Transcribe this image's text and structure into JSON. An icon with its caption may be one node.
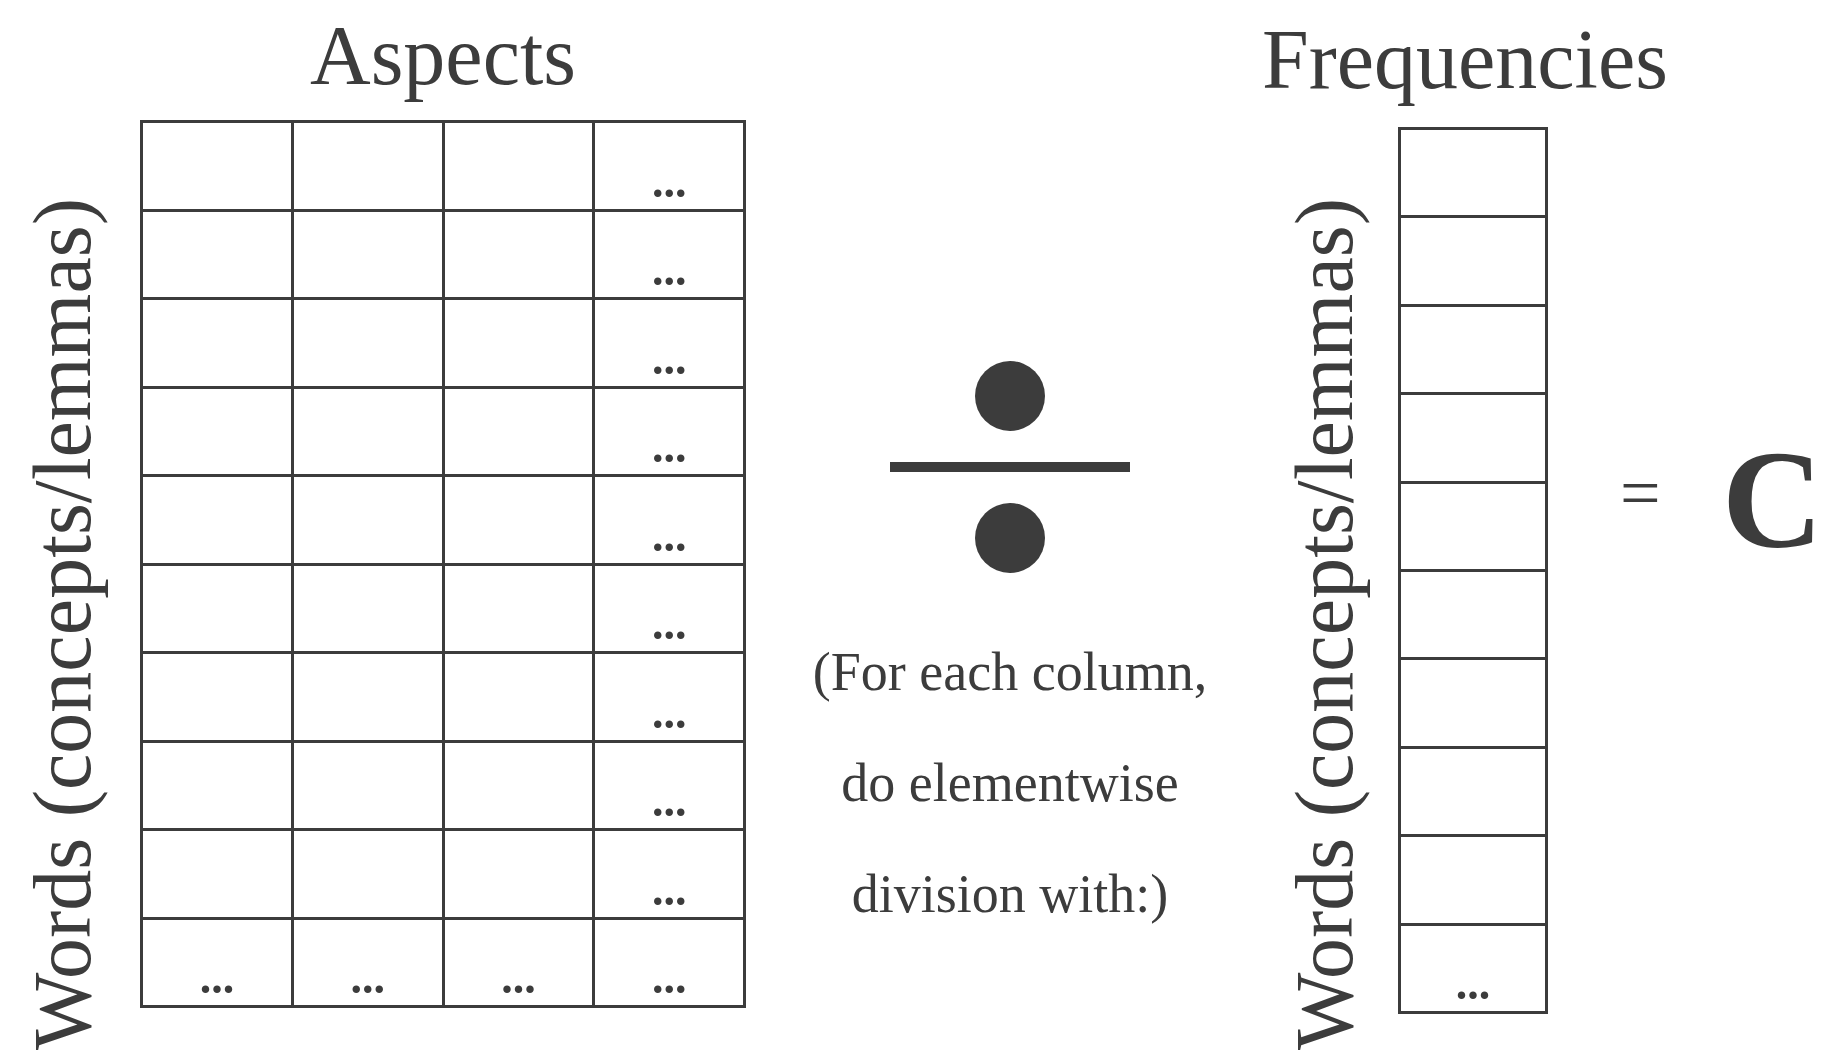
{
  "diagram": {
    "nodes": [
      {
        "text": [
          "Aspects",
          "Words (concepts/lemmas)"
        ]
      },
      {
        "text": [
          "Frequencies",
          "Words (concepts/lemmas)"
        ]
      }
    ],
    "labels": [
      "...",
      "...",
      "...",
      "...",
      "...",
      "...",
      "...",
      "...",
      "...",
      "...",
      "...",
      "...",
      "...",
      "(For each column, do elementwise division with:)",
      "...",
      "= **C**"
    ]
  }
}
